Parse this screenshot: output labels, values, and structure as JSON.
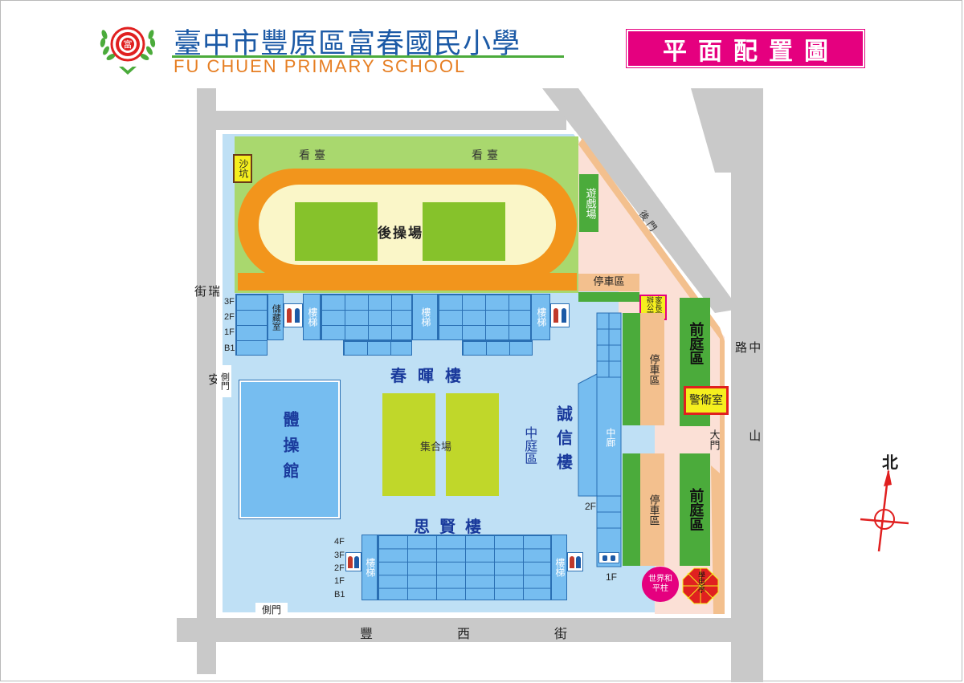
{
  "header": {
    "school_name_zh": "臺中市豐原區富春國民小學",
    "school_name_en": "FU CHUEN PRIMARY SCHOOL",
    "map_title": "平面配置圖",
    "logo_text": "富"
  },
  "streets": {
    "west": "瑞安街",
    "east": "中山路",
    "south": "豐西街"
  },
  "gates": {
    "back_gate": "後門",
    "main_gate": "大門",
    "side_gate_west": "側門",
    "side_gate_south": "側門"
  },
  "compass": {
    "north_label": "北"
  },
  "areas": {
    "sandpit": "沙坑",
    "stand_left": "看臺",
    "stand_right": "看臺",
    "back_field": "後操場",
    "playground": "遊戲場",
    "parking_top": "停車區",
    "parents_office": "家長會辦公室",
    "front_yard_north": "前庭區",
    "guard_room": "警衛室",
    "parking_mid_a": "停車區",
    "parking_mid_b": "停車區",
    "front_yard_south": "前庭區",
    "world_peace": "世界和平柱",
    "pavilion": "學思亭",
    "assembly": "集合場",
    "courtyard": "中庭區",
    "gym": "體操館",
    "corridor": "中廊"
  },
  "buildings": {
    "chunhui": {
      "name": "春暉樓",
      "floors": [
        "3F",
        "2F",
        "1F",
        "B1"
      ],
      "storage": "儲藏室",
      "stairs_left": "樓梯",
      "stairs_mid": "樓梯",
      "stairs_right": "樓梯"
    },
    "chengxin": {
      "name": "誠信樓",
      "floor_top": "2F",
      "floor_bottom": "1F"
    },
    "sixian": {
      "name": "思賢樓",
      "floors": [
        "4F",
        "3F",
        "2F",
        "1F",
        "B1"
      ],
      "stairs_left": "樓梯",
      "stairs_right": "樓梯"
    }
  },
  "colors": {
    "title_blue": "#1c5aa6",
    "title_orange": "#e67e22",
    "pink": "#e5007f",
    "light_blue": "#bfe0f5",
    "building_blue": "#76bdf0",
    "green": "#4bab3b",
    "light_green": "#a9d86e",
    "track_orange": "#f2951c",
    "field_green": "#86c22b",
    "assembly_green": "#c0d72a",
    "peach": "#f3c08e",
    "pale_pink": "#fbe0d6",
    "yellow": "#f5ef1e",
    "road_gray": "#c9c9c9"
  }
}
